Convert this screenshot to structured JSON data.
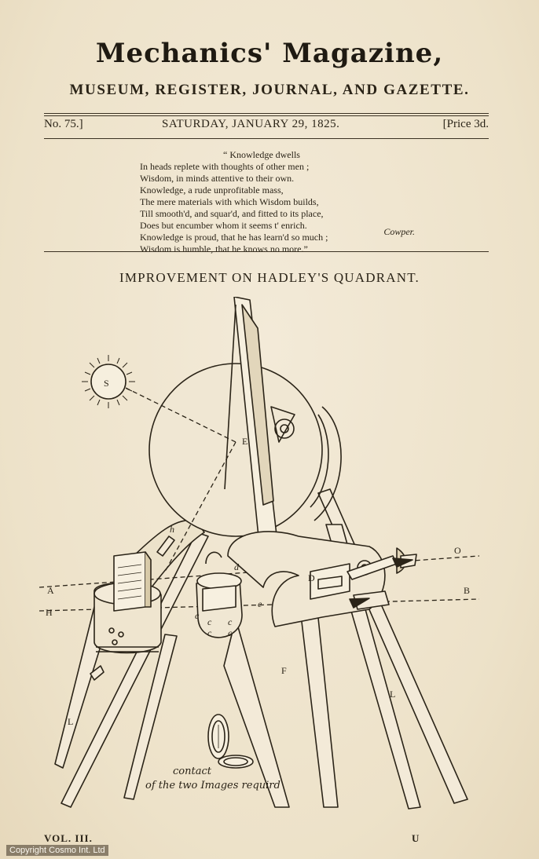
{
  "masthead": {
    "title": "Mechanics' Magazine,",
    "subtitle": "MUSEUM, REGISTER, JOURNAL, AND GAZETTE."
  },
  "issue": {
    "number": "No. 75.]",
    "date": "SATURDAY, JANUARY 29, 1825.",
    "price": "[Price 3d."
  },
  "epigraph": {
    "lines": [
      "“ Knowledge dwells",
      "In heads replete with thoughts of other men ;",
      "Wisdom, in minds attentive to their own.",
      "Knowledge, a rude unprofitable mass,",
      "The mere materials with which Wisdom builds,",
      "Till smooth'd, and squar'd, and fitted to its place,",
      "Does but encumber whom it seems t' enrich.",
      "Knowledge is proud, that he has learn'd so much ;",
      "Wisdom is humble, that he knows no more.”"
    ],
    "attribution": "Cowper."
  },
  "article": {
    "title": "IMPROVEMENT ON HADLEY'S QUADRANT."
  },
  "figure": {
    "labels": {
      "S": "S",
      "E": "E",
      "A": "A",
      "H": "H",
      "B": "B",
      "O": "O",
      "D": "D",
      "F": "F",
      "L_left": "L",
      "L_right": "L",
      "d": "d",
      "e": "e",
      "c1": "c",
      "c2": "c",
      "c3": "c",
      "c4": "c",
      "c5": "c",
      "h": "h"
    },
    "caption_line1": "contact",
    "caption_line2": "of the two Images requird"
  },
  "footer": {
    "volume": "VOL. III.",
    "signature": "U"
  },
  "watermark": "Copyright Cosmo Int. Ltd",
  "colors": {
    "paper": "#efe6d2",
    "ink": "#2b2418"
  }
}
